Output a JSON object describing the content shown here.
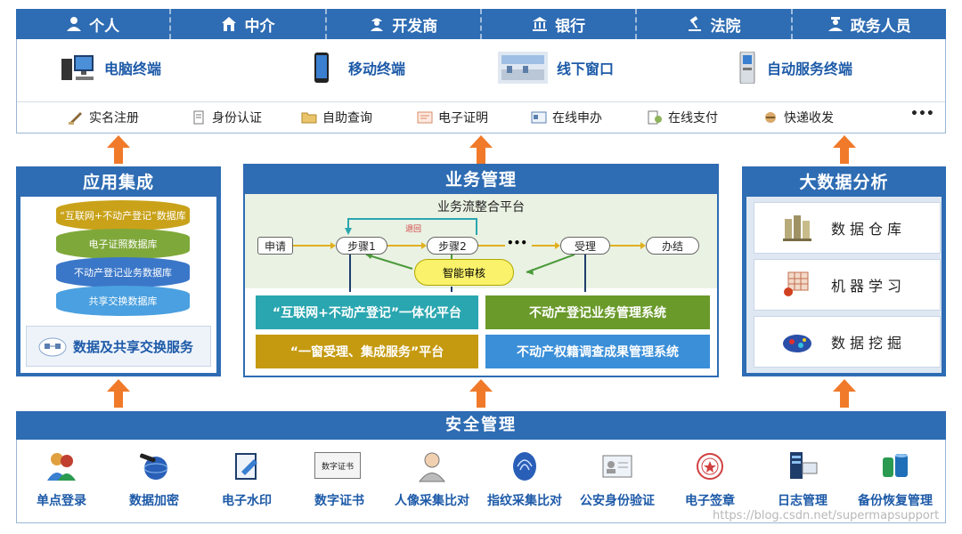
{
  "roles": [
    "个人",
    "中介",
    "开发商",
    "银行",
    "法院",
    "政务人员"
  ],
  "terminals": [
    "电脑终端",
    "移动终端",
    "线下窗口",
    "自动服务终端"
  ],
  "services": [
    "实名注册",
    "身份认证",
    "自助查询",
    "电子证明",
    "在线申办",
    "在线支付",
    "快递收发"
  ],
  "services_more": "•••",
  "app_integration": {
    "title": "应用集成",
    "databases": [
      "“互联网+不动产登记”数据库",
      "电子证照数据库",
      "不动产登记业务数据库",
      "共享交换数据库"
    ],
    "share_service": "数据及共享交换服务"
  },
  "business": {
    "title": "业务管理",
    "flow_title": "业务流整合平台",
    "return_label": "退回",
    "nodes": [
      "申请",
      "步骤1",
      "步骤2",
      "受理",
      "办结"
    ],
    "ellipsis": "•••",
    "smart_review": "智能审核",
    "systems": [
      {
        "label": "“互联网+不动产登记”一体化平台",
        "color": "#2aa6b0"
      },
      {
        "label": "不动产登记业务管理系统",
        "color": "#6a9a2a"
      },
      {
        "label": "“一窗受理、集成服务”平台",
        "color": "#c59a10"
      },
      {
        "label": "不动产权籍调查成果管理系统",
        "color": "#3b8fd8"
      }
    ]
  },
  "bigdata": {
    "title": "大数据分析",
    "items": [
      "数据仓库",
      "机器学习",
      "数据挖掘"
    ]
  },
  "security": {
    "title": "安全管理",
    "items": [
      "单点登录",
      "数据加密",
      "电子水印",
      "数字证书",
      "人像采集比对",
      "指纹采集比对",
      "公安身份验证",
      "电子签章",
      "日志管理",
      "备份恢复管理"
    ],
    "cert_label": "数字证书"
  },
  "watermark": "https://blog.csdn.net/supermapsupport",
  "colors": {
    "primary": "#2e6cb3",
    "arrow": "#f07a2a",
    "flow_bg": "#eaf2e3"
  }
}
